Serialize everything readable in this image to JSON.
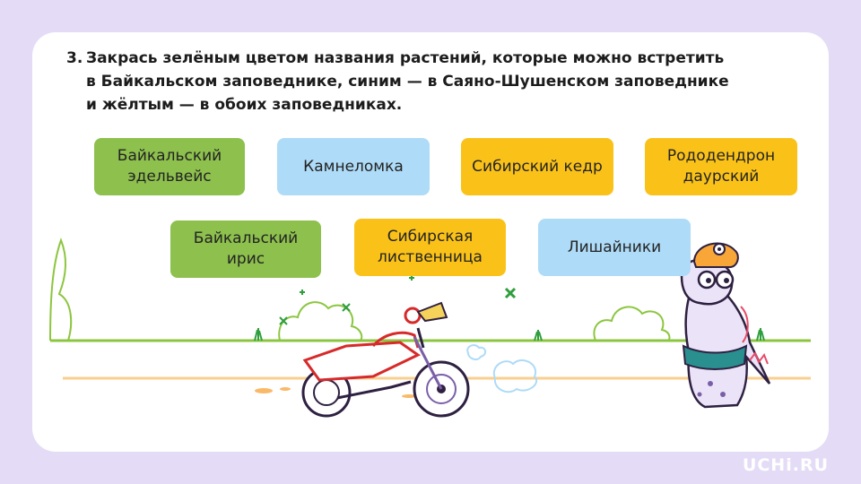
{
  "task": {
    "number": "3.",
    "lines": [
      "Закрась зелёным цветом названия растений, которые можно встретить",
      "в Байкальском заповеднике, синим — в Саяно-Шушенском заповеднике",
      "и жёлтым — в обоих заповедниках."
    ]
  },
  "cards": [
    {
      "label": "Байкальский\nэдельвейс",
      "color": "green"
    },
    {
      "label": "Камнеломка",
      "color": "blue"
    },
    {
      "label": "Сибирский кедр",
      "color": "yellow"
    },
    {
      "label": "Рододендрон\nдаурский",
      "color": "yellow"
    },
    {
      "label": "Байкальский\nирис",
      "color": "green"
    },
    {
      "label": "Сибирская\nлиственница",
      "color": "yellow"
    },
    {
      "label": "Лишайники",
      "color": "blue"
    }
  ],
  "colors": {
    "background": "#e4dcf6",
    "green": "#8dc04d",
    "blue": "#aedbf7",
    "yellow": "#fac219",
    "grass": "#8cc63f",
    "road": "#f9cf8f"
  },
  "logo": "UCHi.RU"
}
